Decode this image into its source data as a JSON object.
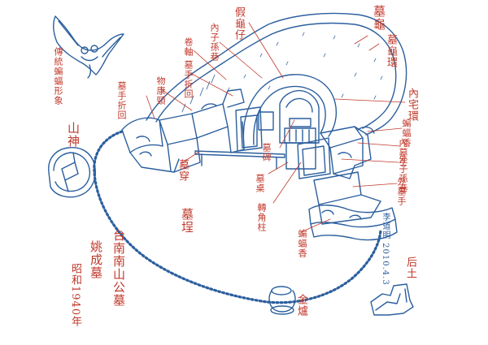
{
  "colors": {
    "ink": "#2b5f9e",
    "label": "#c0392b",
    "paper": "#ffffff"
  },
  "labels": {
    "jia_gui_zi": "假龜仔",
    "mu_gui": "墓龜",
    "mu_gui_huan": "墓龜環",
    "nei_zhai_huan": "內宅環",
    "nei_zi_sun_xiang": "內子孫巷",
    "juan_zhou": "卷軸",
    "mu_shou_zhe_hui_top": "墓手折回",
    "wu_kang_jing": "物康頸",
    "mu_shou_zhe_hui_left": "墓手折回",
    "chuan_tong_bian_fu_xing_xiang": "傳統蝙蝠形象",
    "shan_shen": "山神",
    "mu_chuan": "墓穿",
    "mu_bei": "墓碑",
    "mu_zhuo": "墓桌",
    "zhuan_jiao_zhu": "轉角柱",
    "mu_cheng": "墓埕",
    "bian_fu_xiang_right": "蝙蝠香",
    "nei_mu_shou": "內墓手",
    "wai_zi_sun_xiang": "外子孫巷",
    "wai_mu_shou": "外墓手",
    "bian_fu_xiang_bottom": "蝙蝠香",
    "tainan_nanshan": "台南南山公墓",
    "yao_cheng_mu": "姚成墓",
    "zhaohe_1940": "昭和1940年",
    "hou_tu": "后土",
    "jin_lu": "金爐",
    "signature": "李道明 2010.4.3"
  }
}
